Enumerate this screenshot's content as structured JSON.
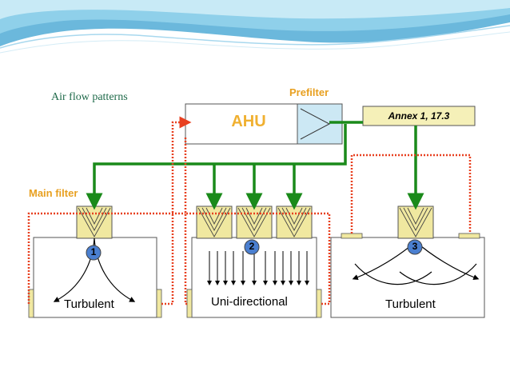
{
  "title": "Air flow patterns",
  "labels": {
    "prefilter": "Prefilter",
    "main_filter": "Main filter",
    "ahu": "AHU",
    "annex": "Annex 1,  17.3"
  },
  "rooms": [
    {
      "number": "1",
      "label": "Turbulent"
    },
    {
      "number": "2",
      "label": "Uni-directional"
    },
    {
      "number": "3",
      "label": "Turbulent"
    }
  ],
  "colors": {
    "supply_line": "#1a8a1a",
    "return_line": "#e84020",
    "filter_fill": "#f0e8a0",
    "badge_fill": "#4a7fd0",
    "header_wave": "#5bb0d8",
    "ahu_prefilter": "#cce8f4"
  }
}
